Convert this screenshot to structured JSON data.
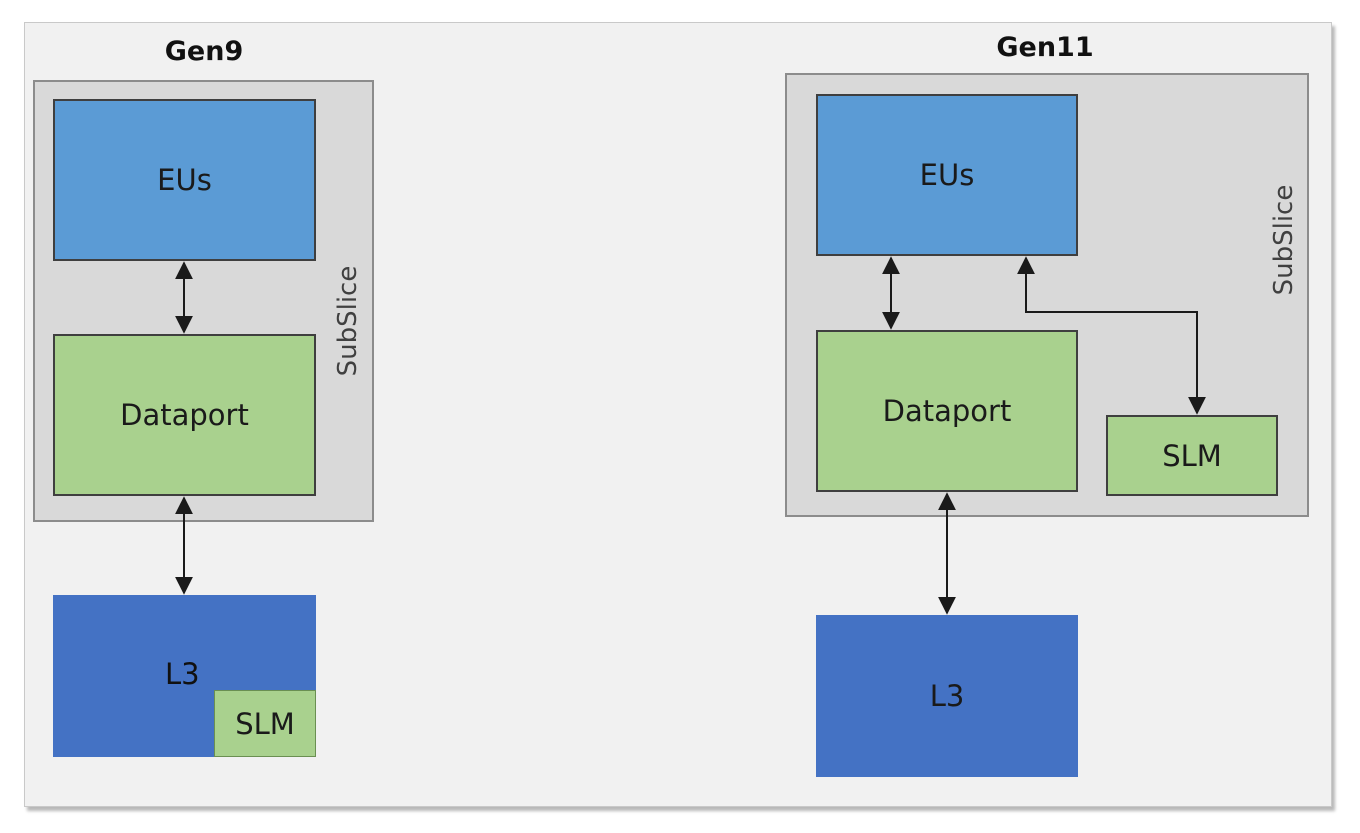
{
  "gen9": {
    "title": "Gen9",
    "subslice_label": "SubSlice",
    "eus_label": "EUs",
    "dataport_label": "Dataport",
    "l3_label": "L3",
    "slm_label": "SLM"
  },
  "gen11": {
    "title": "Gen11",
    "subslice_label": "SubSlice",
    "eus_label": "EUs",
    "dataport_label": "Dataport",
    "slm_label": "SLM",
    "l3_label": "L3"
  },
  "colors": {
    "eus": "#5b9bd5",
    "dataport": "#a9d18e",
    "slm": "#a9d18e",
    "l3": "#4472c4",
    "subslice": "#d9d9d9",
    "panel": "#f1f1f1"
  }
}
